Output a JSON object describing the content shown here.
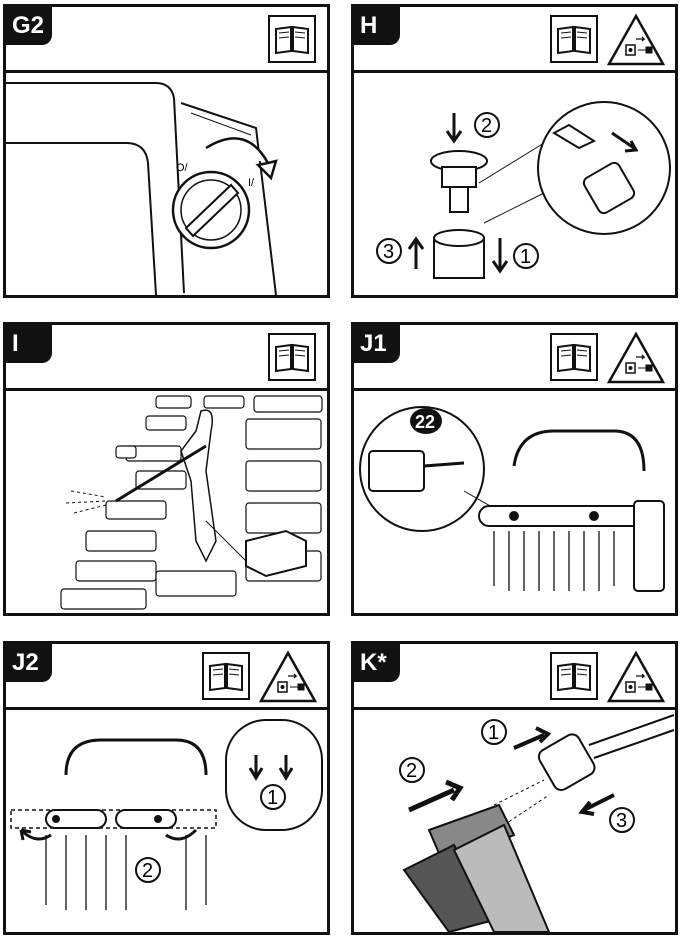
{
  "panels": [
    {
      "id": "G2",
      "label": "G2",
      "icons": [
        "manual-book-icon"
      ]
    },
    {
      "id": "H",
      "label": "H",
      "icons": [
        "manual-book-icon",
        "unplug-warning-icon"
      ],
      "step_numbers": [
        "2",
        "3",
        "1"
      ]
    },
    {
      "id": "I",
      "label": "I",
      "icons": [
        "manual-book-icon"
      ]
    },
    {
      "id": "J1",
      "label": "J1",
      "icons": [
        "manual-book-icon",
        "unplug-warning-icon"
      ],
      "callout": "22"
    },
    {
      "id": "J2",
      "label": "J2",
      "icons": [
        "manual-book-icon",
        "unplug-warning-icon"
      ],
      "step_numbers": [
        "1",
        "2"
      ]
    },
    {
      "id": "K",
      "label": "K*",
      "icons": [
        "manual-book-icon",
        "unplug-warning-icon"
      ],
      "step_numbers": [
        "1",
        "2",
        "3"
      ]
    }
  ],
  "dial": {
    "off_symbol": "O/",
    "on_symbol": "I/"
  }
}
